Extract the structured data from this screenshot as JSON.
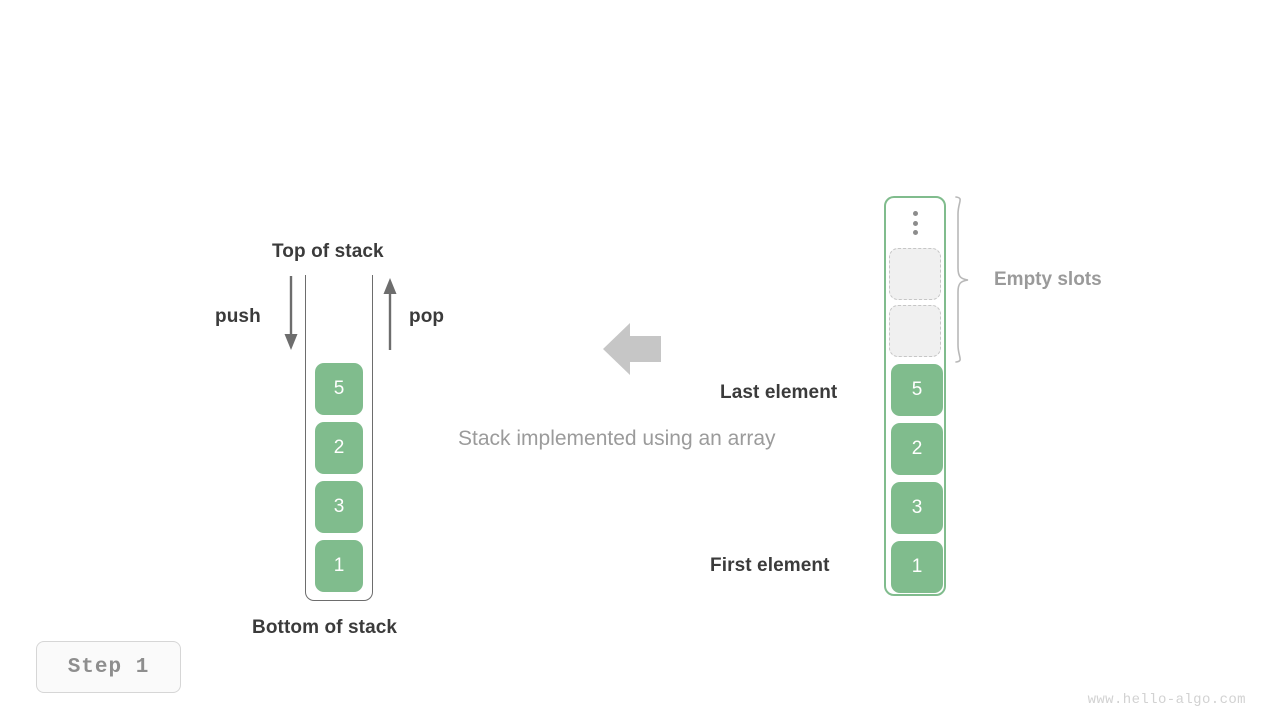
{
  "page": {
    "watermark": "www.hello-algo.com",
    "step_badge": "Step 1",
    "caption": "Stack implemented using an array"
  },
  "colors": {
    "element_green": "#80bc8d",
    "container_border_gray": "#6d6d6d",
    "array_border_green": "#80bc8d",
    "empty_slot_fill": "#f0f0f0",
    "empty_slot_border": "#c6c6c6",
    "text_dark": "#3b3b3b",
    "text_gray": "#9a9a9a",
    "caption_gray": "#9b9b9b",
    "arrow_gray": "#c6c6c6",
    "push_pop_arrow": "#6d6d6d",
    "watermark_gray": "#d2d2d2"
  },
  "stack": {
    "top_label": "Top of stack",
    "bottom_label": "Bottom of stack",
    "push_label": "push",
    "pop_label": "pop",
    "elements": [
      "5",
      "2",
      "3",
      "1"
    ]
  },
  "array": {
    "empty_slots_label": "Empty slots",
    "last_element_label": "Last element",
    "first_element_label": "First element",
    "ellipsis_icon": "vertical-ellipsis-icon",
    "empty_slot_count": 2,
    "elements": [
      "5",
      "2",
      "3",
      "1"
    ]
  },
  "transform": {
    "arrow_icon": "left-arrow-icon",
    "direction": "left"
  }
}
